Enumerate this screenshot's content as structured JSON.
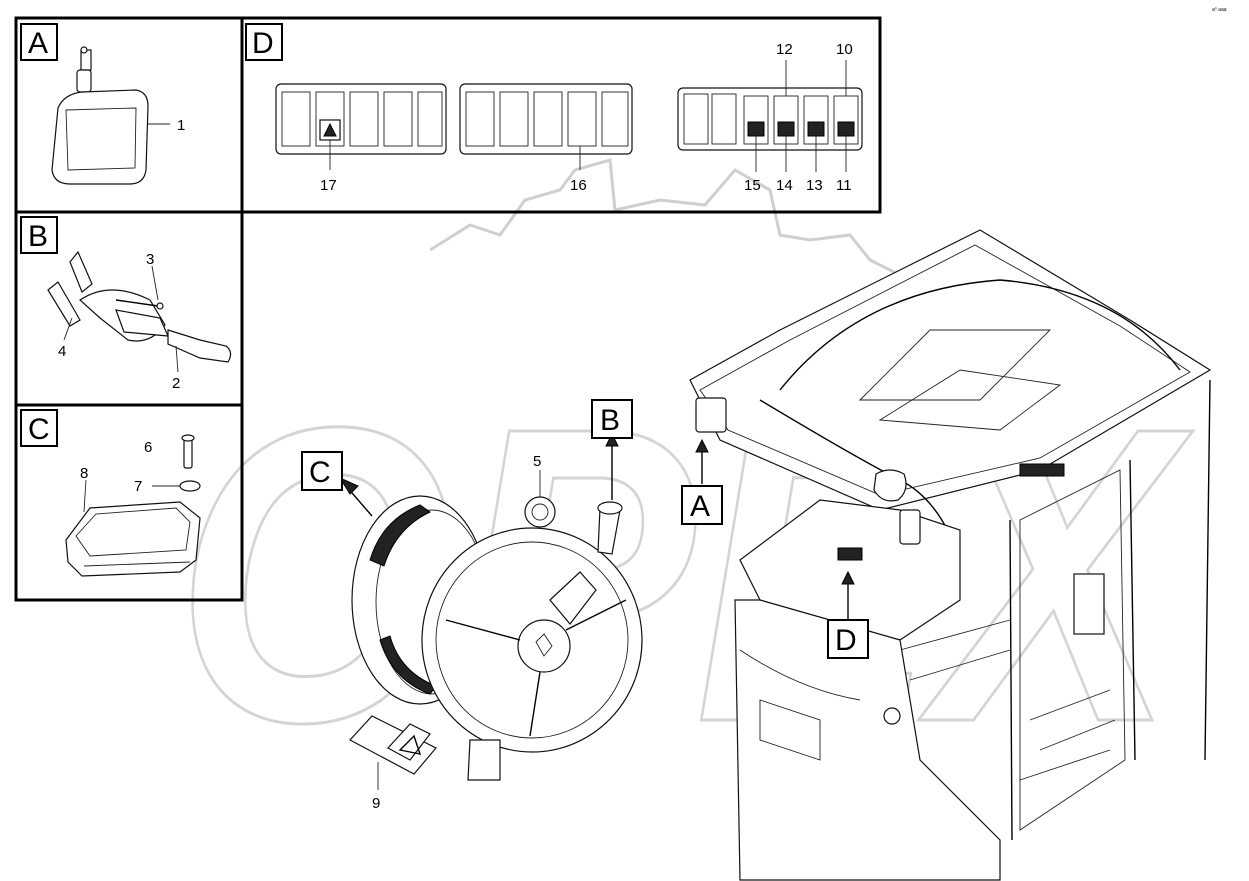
{
  "corner_mark": "a⁰ aaa",
  "watermark_text": "OPEX",
  "panels": {
    "A": {
      "letter": "A"
    },
    "B": {
      "letter": "B"
    },
    "C": {
      "letter": "C"
    },
    "D": {
      "letter": "D"
    }
  },
  "callouts": {
    "A": "A",
    "B": "B",
    "C": "C",
    "D": "D"
  },
  "part_numbers": {
    "n1": "1",
    "n2": "2",
    "n3": "3",
    "n4": "4",
    "n5": "5",
    "n6": "6",
    "n7": "7",
    "n8": "8",
    "n9": "9",
    "n10": "10",
    "n11": "11",
    "n12": "12",
    "n13": "13",
    "n14": "14",
    "n15": "15",
    "n16": "16",
    "n17": "17"
  }
}
